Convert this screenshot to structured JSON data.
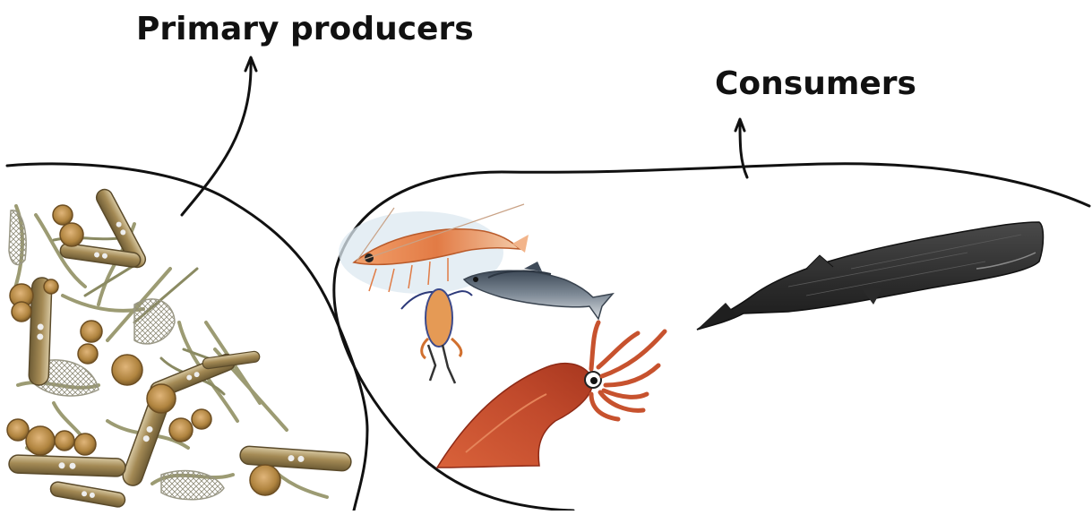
{
  "labels": {
    "primary_producers": "Primary producers",
    "consumers": "Consumers"
  },
  "colors": {
    "ink": "#111111",
    "background": "#ffffff",
    "phytoplankton_gold": "#b5925a",
    "phytoplankton_olive": "#9c9b73",
    "krill_orange": "#e0773a",
    "squid_red": "#c64a2a",
    "fish_blue_grey": "#5f6d7a",
    "whale_dark": "#2b2b2b"
  },
  "groups": [
    {
      "name": "primary-producers",
      "members": [
        "diatom-chains",
        "pennate-diatoms",
        "centric-diatoms"
      ]
    },
    {
      "name": "consumers",
      "members": [
        "krill",
        "copepod",
        "fish",
        "squid",
        "sperm-whale"
      ]
    }
  ]
}
